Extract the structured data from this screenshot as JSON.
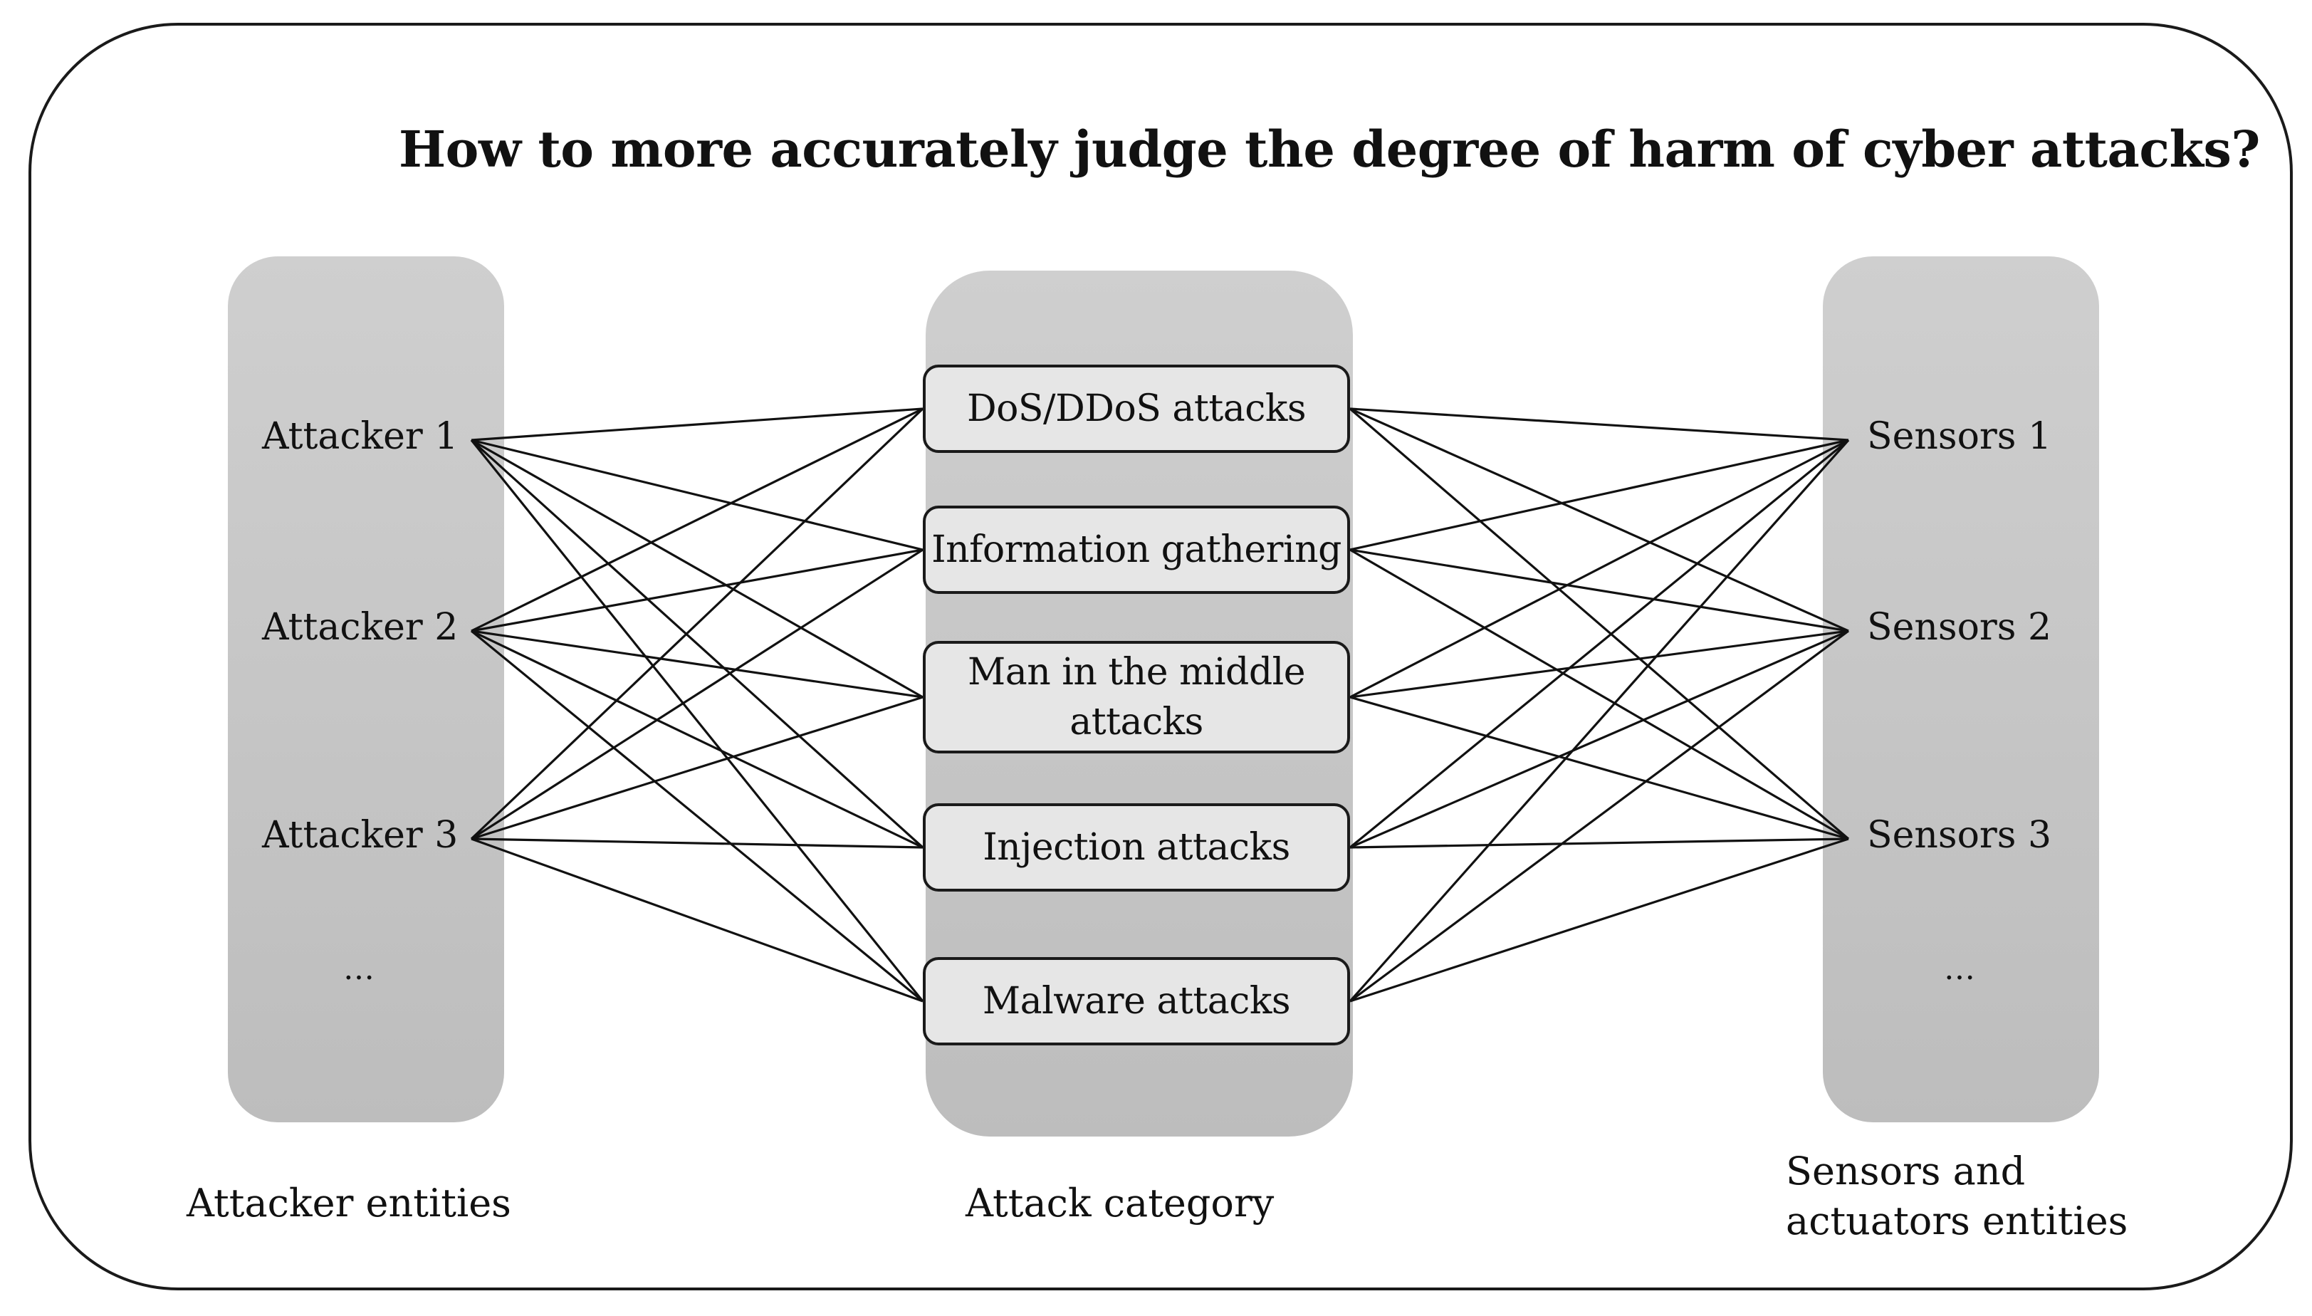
{
  "title": "How to more accurately judge the degree of harm of cyber attacks?",
  "attackers": {
    "items": [
      "Attacker 1",
      "Attacker 2",
      "Attacker 3"
    ],
    "ellipsis": "…",
    "caption": "Attacker entities"
  },
  "categories": {
    "items": [
      "DoS/DDoS attacks",
      "Information gathering",
      "Man in the middle attacks",
      "Injection attacks",
      "Malware attacks"
    ],
    "caption": "Attack category"
  },
  "sensors": {
    "items": [
      "Sensors 1",
      "Sensors 2",
      "Sensors 3"
    ],
    "ellipsis": "…",
    "caption_line1": "Sensors and",
    "caption_line2": "actuators entities"
  },
  "colors": {
    "frame": "#1a1a1a",
    "panel": "#c6c6c6",
    "category_box": "#e6e6e6",
    "line": "#111111"
  }
}
